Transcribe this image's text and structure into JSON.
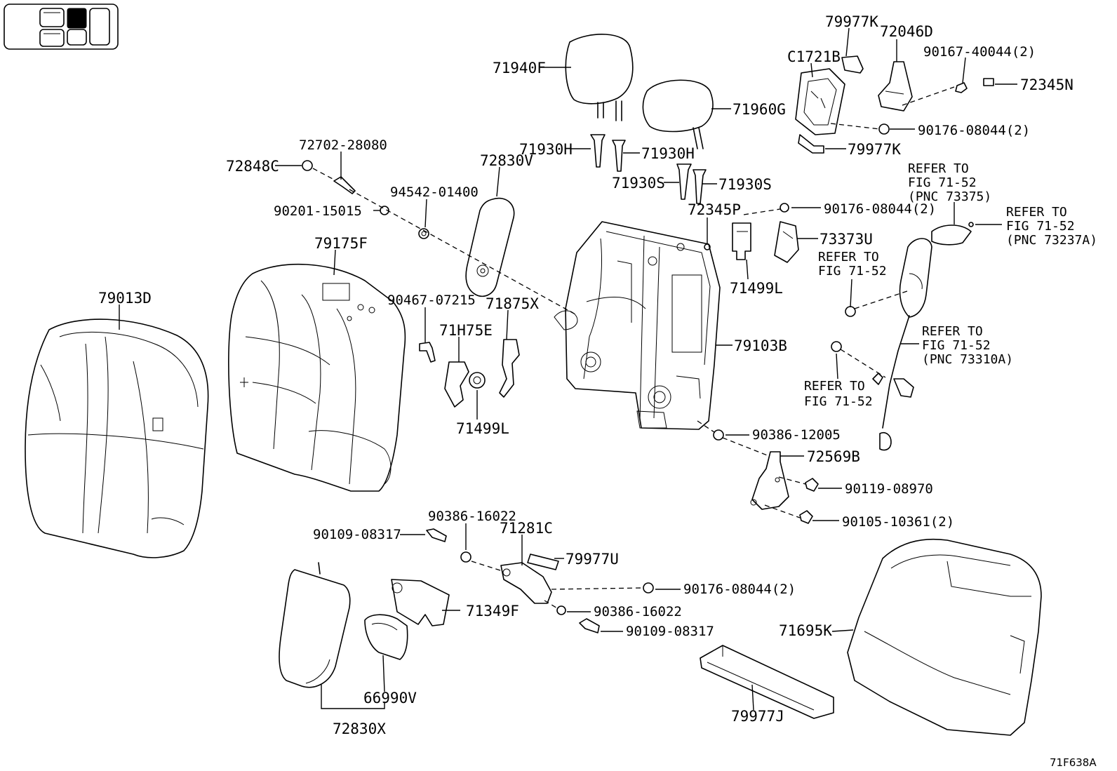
{
  "figure_code": "71F638A",
  "labels": {
    "p71940F": "71940F",
    "p71960G": "71960G",
    "p79977K_a": "79977K",
    "p72046D": "72046D",
    "pC1721B": "C1721B",
    "p90167_40044": "90167-40044(2)",
    "p72345N": "72345N",
    "p90176_08044_a": "90176-08044(2)",
    "p79977K_b": "79977K",
    "p71930H_a": "71930H",
    "p71930H_b": "71930H",
    "p71930S_a": "71930S",
    "p71930S_b": "71930S",
    "p72345P": "72345P",
    "p90176_08044_b": "90176-08044(2)",
    "p73373U": "73373U",
    "p71499L_a": "71499L",
    "p72702_28080": "72702-28080",
    "p72848C": "72848C",
    "p72830V": "72830V",
    "p94542_01400": "94542-01400",
    "p90201_15015": "90201-15015",
    "p79175F": "79175F",
    "p79013D": "79013D",
    "p90467_07215": "90467-07215",
    "p71875X": "71875X",
    "p71H75E": "71H75E",
    "p71499L_b": "71499L",
    "p79103B": "79103B",
    "p90386_12005": "90386-12005",
    "p72569B": "72569B",
    "p90119_08970": "90119-08970",
    "p90105_10361": "90105-10361(2)",
    "p90386_16022_a": "90386-16022",
    "p90109_08317_a": "90109-08317",
    "p71281C": "71281C",
    "p79977U": "79977U",
    "p90176_08044_c": "90176-08044(2)",
    "p90386_16022_b": "90386-16022",
    "p90109_08317_b": "90109-08317",
    "p71349F": "71349F",
    "p66990V": "66990V",
    "p72830X": "72830X",
    "p79977J": "79977J",
    "p71695K": "71695K"
  },
  "references": {
    "r1_l1": "REFER TO",
    "r1_l2": "FIG 71-52",
    "r1_l3": "(PNC 73375)",
    "r2_l1": "REFER TO",
    "r2_l2": "FIG 71-52",
    "r2_l3": "(PNC 73237A)",
    "r3_l1": "REFER TO",
    "r3_l2": "FIG 71-52",
    "r4_l1": "REFER TO",
    "r4_l2": "FIG 71-52",
    "r4_l3": "(PNC 73310A)",
    "r5_l1": "REFER TO",
    "r5_l2": "FIG 71-52"
  }
}
